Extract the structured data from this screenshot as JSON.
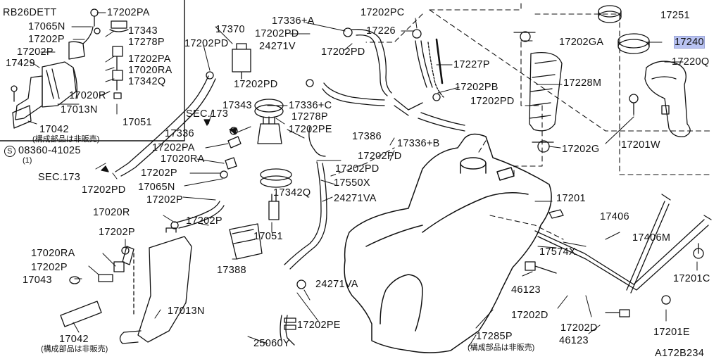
{
  "diagram_id": "A172B234",
  "engine": "RB26DETT",
  "labels": {
    "l_17202PA_a": "17202PA",
    "l_17065N_a": "17065N",
    "l_17343_a": "17343",
    "l_17202P_a": "17202P",
    "l_17278P_a": "17278P",
    "l_17202P_b": "17202P",
    "l_17429": "17429",
    "l_17202PA_b": "17202PA",
    "l_17020RA_a": "17020RA",
    "l_17020R_a": "17020R",
    "l_17342Q_a": "17342Q",
    "l_17013N_a": "17013N",
    "l_17051_a": "17051",
    "l_17042_a": "17042",
    "not_sold_a": "(構成部品は非販売)",
    "l_08360": "08360-41025",
    "l_08360_qty": "(1)",
    "l_17370": "17370",
    "l_17202PD_a": "17202PD",
    "l_17336A": "17336+A",
    "l_17202PD_b": "17202PD",
    "l_24271V": "24271V",
    "l_17202PC": "17202PC",
    "l_17226": "17226",
    "l_17202PD_c": "17202PD",
    "l_17227P": "17227P",
    "l_17202PD_d": "17202PD",
    "l_17202PB": "17202PB",
    "l_17336C": "17336+C",
    "l_17343_b": "17343",
    "l_17278P_b": "17278P",
    "l_sec173_a": "SEC.173",
    "l_17202PE_a": "17202PE",
    "l_17336": "17336",
    "l_17202PA_c": "17202PA",
    "l_17020RA_b": "17020RA",
    "l_17202P_c": "17202P",
    "l_17065N_b": "17065N",
    "l_sec173_b": "SEC.173",
    "l_17202PD_e": "17202PD",
    "l_17386": "17386",
    "l_17202PD_f": "17202PD",
    "l_17336B": "17336+B",
    "l_17202PD_g": "17202PD",
    "l_17202PD_h": "17202PD",
    "l_17342Q_b": "17342Q",
    "l_17550X": "17550X",
    "l_24271VA_a": "24271VA",
    "l_17202P_d": "17202P",
    "l_17020R_b": "17020R",
    "l_17202P_e": "17202P",
    "l_17051_b": "17051",
    "l_17202P_f": "17202P",
    "l_17020RA_c": "17020RA",
    "l_17202P_g": "17202P",
    "l_17043": "17043",
    "l_17388": "17388",
    "l_24271VA_b": "24271VA",
    "l_17013N_b": "17013N",
    "l_17042_b": "17042",
    "not_sold_b": "(構成部品は非販売)",
    "l_25060Y": "25060Y",
    "l_17202PE_b": "17202PE",
    "l_17251": "17251",
    "l_17240": "17240",
    "l_17202GA": "17202GA",
    "l_17220Q": "17220Q",
    "l_17228M": "17228M",
    "l_17202G": "17202G",
    "l_17201W": "17201W",
    "l_17201": "17201",
    "l_17406": "17406",
    "l_17406M": "17406M",
    "l_17574X": "17574X",
    "l_46123_a": "46123",
    "l_17201C": "17201C",
    "l_17202D_a": "17202D",
    "l_17202D_b": "17202D",
    "l_46123_b": "46123",
    "l_17201E": "17201E",
    "l_17285P": "17285P",
    "not_sold_c": "(構成部品は非販売)",
    "l_code": "A172B234"
  },
  "highlight_part": "17240",
  "colors": {
    "ink": "#111111",
    "highlight": "#b9c3f2",
    "bg": "#ffffff"
  }
}
